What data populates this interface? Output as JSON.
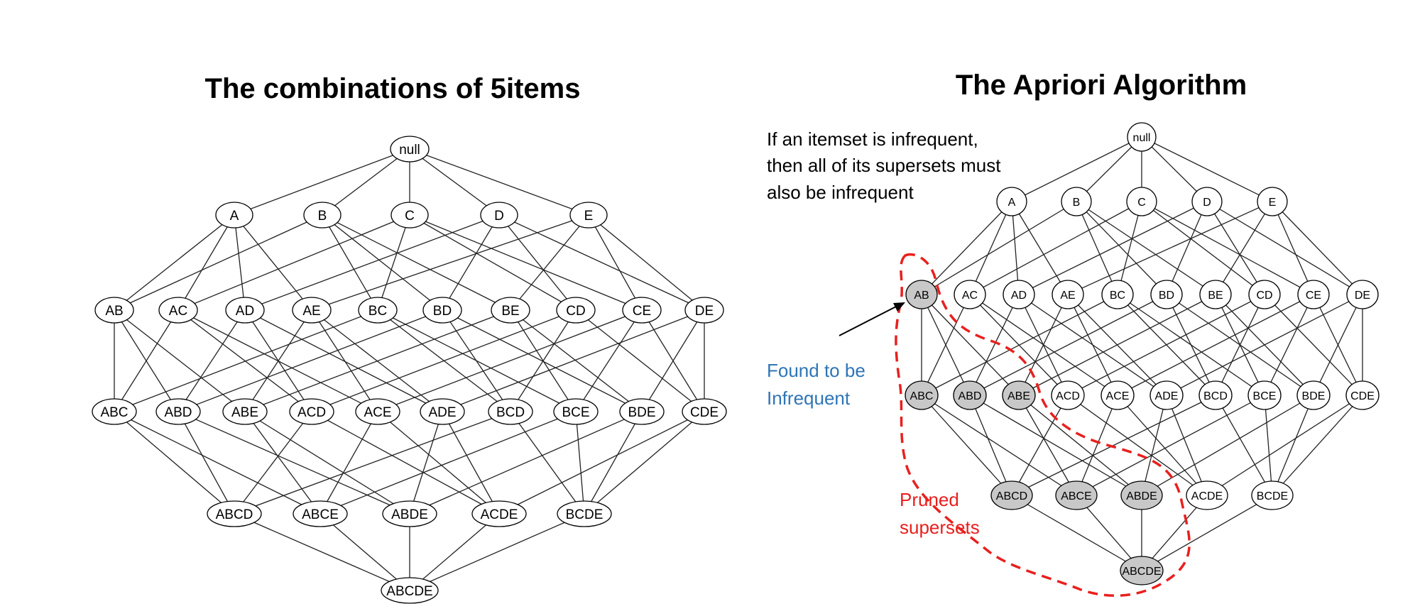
{
  "left": {
    "title": "The combinations of 5items",
    "levels": [
      [
        "null"
      ],
      [
        "A",
        "B",
        "C",
        "D",
        "E"
      ],
      [
        "AB",
        "AC",
        "AD",
        "AE",
        "BC",
        "BD",
        "BE",
        "CD",
        "CE",
        "DE"
      ],
      [
        "ABC",
        "ABD",
        "ABE",
        "ACD",
        "ACE",
        "ADE",
        "BCD",
        "BCE",
        "BDE",
        "CDE"
      ],
      [
        "ABCD",
        "ABCE",
        "ABDE",
        "ACDE",
        "BCDE"
      ],
      [
        "ABCDE"
      ]
    ]
  },
  "right": {
    "title": "The Apriori Algorithm",
    "note_lines": [
      "If an itemset is infrequent,",
      "then all of its supersets must",
      "also be infrequent"
    ],
    "found_lines": [
      "Found to be",
      "Infrequent"
    ],
    "pruned_lines": [
      "Pruned",
      "supersets"
    ],
    "infrequent_itemset": "AB",
    "pruned": [
      "ABC",
      "ABD",
      "ABE",
      "ABCD",
      "ABCE",
      "ABDE",
      "ABCDE"
    ],
    "levels": [
      [
        "null"
      ],
      [
        "A",
        "B",
        "C",
        "D",
        "E"
      ],
      [
        "AB",
        "AC",
        "AD",
        "AE",
        "BC",
        "BD",
        "BE",
        "CD",
        "CE",
        "DE"
      ],
      [
        "ABC",
        "ABD",
        "ABE",
        "ACD",
        "ACE",
        "ADE",
        "BCD",
        "BCE",
        "BDE",
        "CDE"
      ],
      [
        "ABCD",
        "ABCE",
        "ABDE",
        "ACDE",
        "BCDE"
      ],
      [
        "ABCDE"
      ]
    ]
  },
  "colors": {
    "node_fill": "#ffffff",
    "pruned_fill": "#c8c8c8",
    "edge": "#222222",
    "found_text": "#2e75b6",
    "pruned_text": "#e8201e",
    "boundary": "#e8201e"
  }
}
